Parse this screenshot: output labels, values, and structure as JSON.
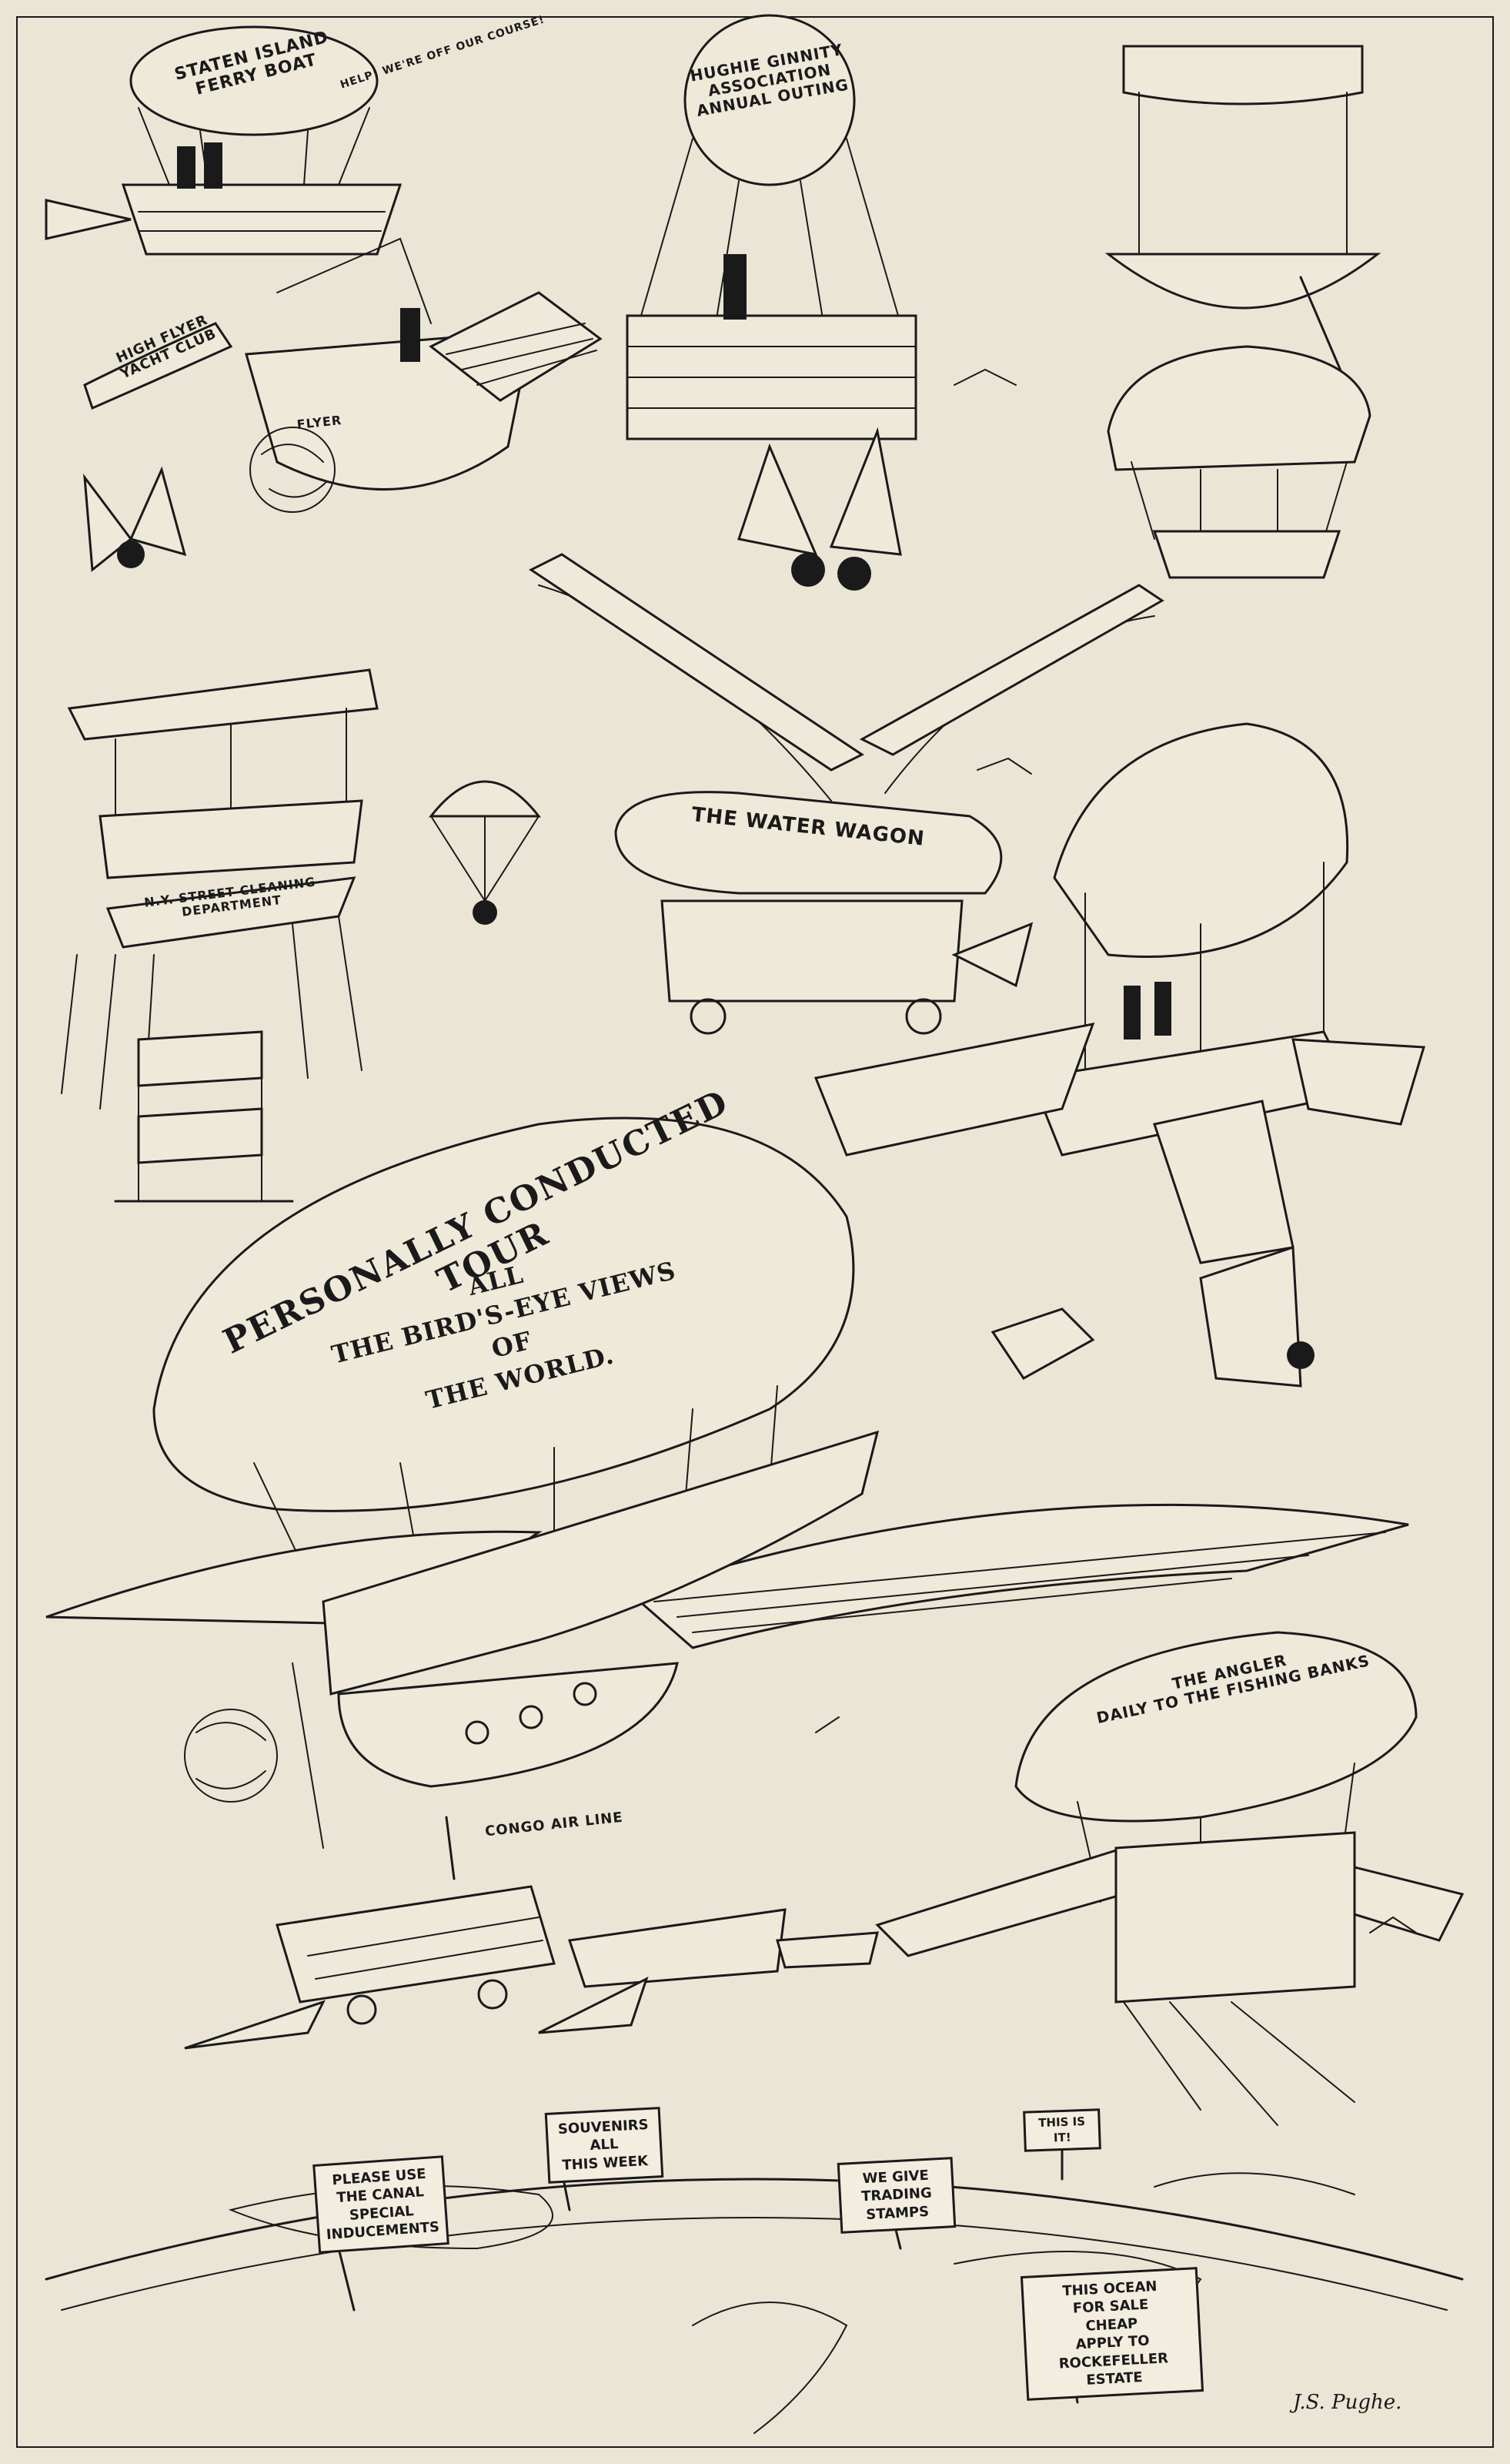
{
  "labels": {
    "staten_island": "STATEN ISLAND\nFERRY BOAT",
    "help": "HELP! WE'RE OFF OUR COURSE!",
    "hughie": "HUGHIE GINNITY\nASSOCIATION\nANNUAL OUTING",
    "high_flyer": "HIGH FLYER\nYACHT CLUB",
    "flyer": "FLYER",
    "water_wagon": "THE WATER WAGON",
    "street_cleaning": "N.Y. STREET CLEANING\nDEPARTMENT",
    "personally": "PERSONALLY CONDUCTED TOUR",
    "birds_eye": "ALL\nTHE BIRD'S-EYE VIEWS\nOF\nTHE WORLD.",
    "angler": "THE ANGLER\nDAILY TO THE FISHING BANKS",
    "congo": "CONGO AIR LINE"
  },
  "signs": {
    "canal": "PLEASE USE\nTHE CANAL\nSPECIAL\nINDUCEMENTS",
    "souvenirs": "SOUVENIRS\nALL\nTHIS WEEK",
    "trading": "WE GIVE\nTRADING\nSTAMPS",
    "this_is_it": "THIS IS\nIT!",
    "ocean": "THIS OCEAN\nFOR SALE\nCHEAP\nAPPLY TO\nROCKEFELLER ESTATE"
  },
  "signature": "J.S. Pughe.",
  "colors": {
    "paper": "#ebe5d6",
    "ink": "#1a1a1a"
  }
}
